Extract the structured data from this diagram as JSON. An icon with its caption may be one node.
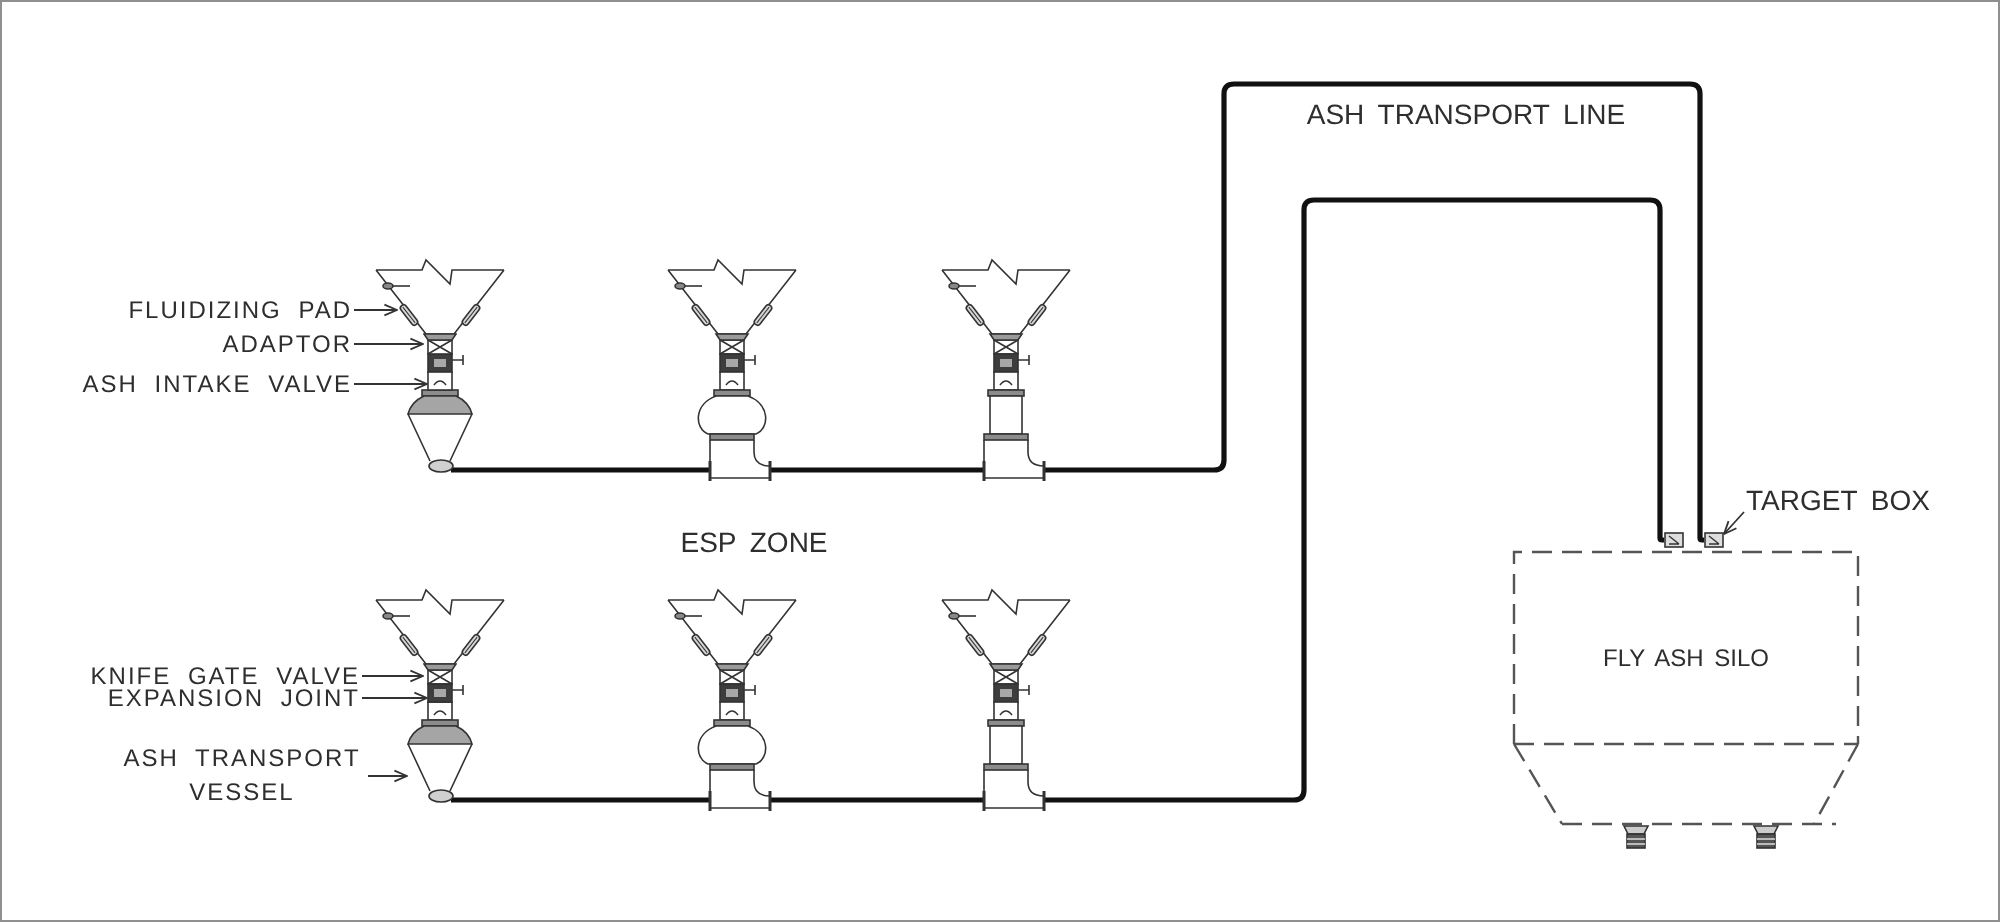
{
  "diagram": {
    "nodes": [
      {
        "text": [
          "FLUIDIZING PAD"
        ]
      },
      {
        "text": [
          "ADAPTOR"
        ]
      },
      {
        "text": [
          "ASH INTAKE VALVE"
        ]
      },
      {
        "text": [],
        "shape": "picture"
      },
      {
        "text": [],
        "shape": "bar",
        "in": 3
      },
      {
        "text": [],
        "shape": "box",
        "in": 3
      },
      {
        "text": [],
        "shape": "box",
        "in": 3
      },
      {
        "text": [],
        "shape": "picture"
      },
      {
        "text": [],
        "shape": "picture"
      },
      {
        "text": [
          "TARGET BOX"
        ]
      },
      {
        "text": [],
        "shape": "box"
      },
      {
        "text": [],
        "shape": "box"
      },
      {
        "text": [
          "FLY ASH SILO"
        ]
      },
      {
        "text": [
          "KNIFE GATE VALVE"
        ]
      },
      {
        "text": [
          "EXPANSION JOINT"
        ]
      },
      {
        "text": [
          "ASH TRANSPORT VESSEL"
        ]
      },
      {
        "text": [],
        "shape": "picture"
      },
      {
        "text": [],
        "shape": "box",
        "in": 16
      },
      {
        "text": [],
        "shape": "box",
        "in": 16
      },
      {
        "text": [],
        "shape": "picture",
        "in": 16
      },
      {
        "text": [],
        "shape": "picture"
      },
      {
        "text": [],
        "shape": "picture"
      }
    ],
    "edges": [
      {
        "from": 0,
        "to": 4,
        "arrow": "to"
      },
      {
        "from": 1,
        "to": 5,
        "arrow": "to"
      },
      {
        "from": 2,
        "to": 6,
        "arrow": "to"
      },
      {
        "from": 3,
        "to": 7,
        "arrow": "none",
        "style": "thick"
      },
      {
        "from": 7,
        "to": 8,
        "arrow": "none",
        "style": "thick"
      },
      {
        "from": 8,
        "to": 11,
        "arrow": "none",
        "style": "thick"
      },
      {
        "from": 9,
        "to": 11,
        "arrow": "to"
      },
      {
        "from": 13,
        "to": 17,
        "arrow": "to"
      },
      {
        "from": 14,
        "to": 18,
        "arrow": "to"
      },
      {
        "from": 15,
        "to": 19,
        "arrow": "to"
      },
      {
        "from": 16,
        "to": 20,
        "arrow": "none",
        "style": "thick"
      },
      {
        "from": 20,
        "to": 21,
        "arrow": "none",
        "style": "thick"
      },
      {
        "from": 21,
        "to": 10,
        "arrow": "none",
        "style": "thick"
      }
    ],
    "labels": [
      "ASH TRANSPORT LINE",
      "ESP ZONE"
    ]
  }
}
